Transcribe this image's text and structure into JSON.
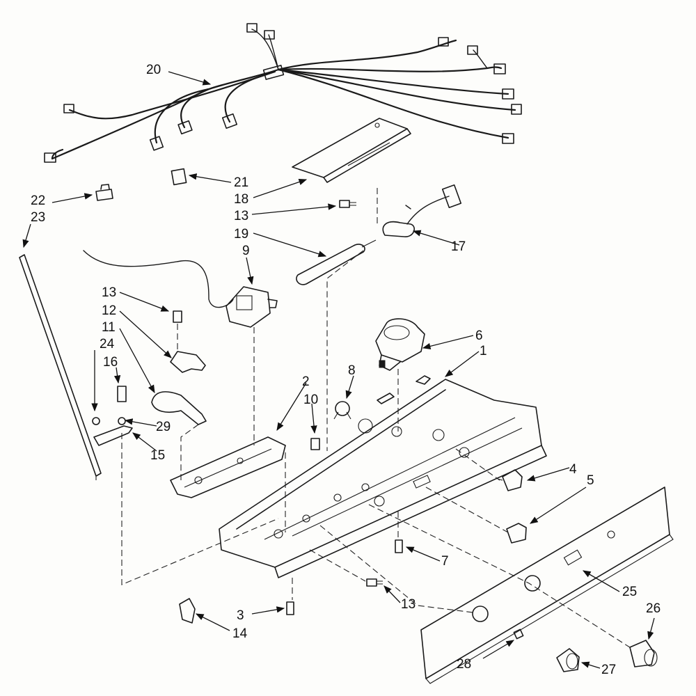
{
  "diagram": {
    "labels": {
      "l1": "1",
      "l2": "2",
      "l3": "3",
      "l4": "4",
      "l5": "5",
      "l6": "6",
      "l7": "7",
      "l8": "8",
      "l9": "9",
      "l10": "10",
      "l11": "11",
      "l12": "12",
      "l13a": "13",
      "l13b": "13",
      "l13c": "13",
      "l14": "14",
      "l15": "15",
      "l16": "16",
      "l17": "17",
      "l18": "18",
      "l19": "19",
      "l20": "20",
      "l21": "21",
      "l22": "22",
      "l23": "23",
      "l24": "24",
      "l25": "25",
      "l26": "26",
      "l27": "27",
      "l28": "28",
      "l29": "29"
    }
  }
}
